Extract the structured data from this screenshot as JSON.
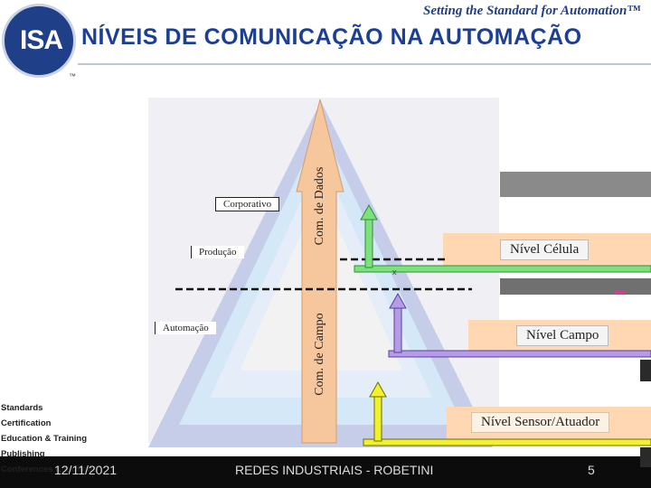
{
  "header": {
    "logo_text": "ISA",
    "trademark": "™",
    "title": "NÍVEIS DE COMUNICAÇÃO NA AUTOMAÇÃO",
    "tagline": "Setting the Standard for Automation™"
  },
  "diagram": {
    "arrow_dados_label": "Com. de Dados",
    "arrow_campo_label": "Com. de Campo",
    "pyramid_labels": [
      "Corporativo",
      "Produção",
      "Automação"
    ],
    "x_mark": "x",
    "levels": [
      "Nível Célula",
      "Nível Campo",
      "Nível Sensor/Atuador"
    ],
    "colors": {
      "cell": "#7ee07e",
      "field": "#b69ce6",
      "sensor": "#f2f22a",
      "level_bg": "#ffd7b2",
      "pyramid_arrow": "#f6c79c"
    }
  },
  "sidebar": {
    "items": [
      "Standards",
      "Certification",
      "Education & Training",
      "Publishing",
      "Conferences & Exhibits"
    ]
  },
  "footer": {
    "date": "12/11/2021",
    "center": "REDES INDUSTRIAIS - ROBETINI",
    "page": "5"
  }
}
